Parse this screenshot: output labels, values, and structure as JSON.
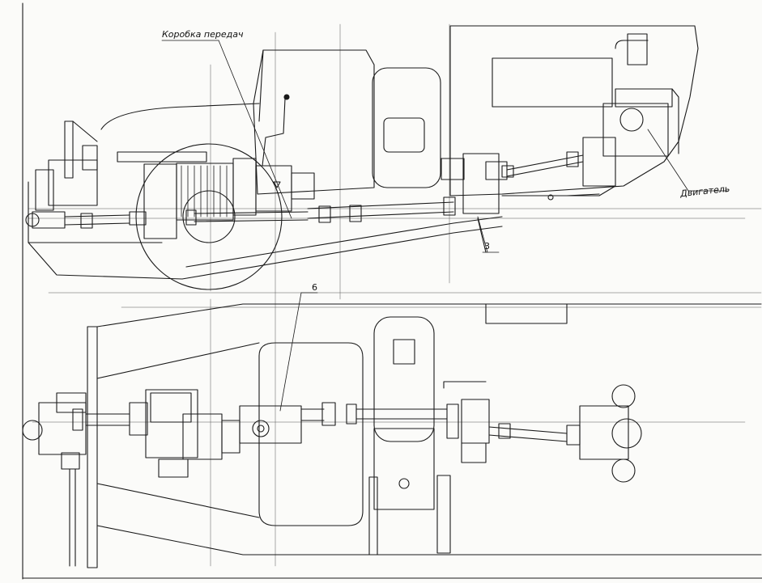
{
  "labels": {
    "gearbox": "Коробка передач",
    "engine": "Двигатель",
    "callout_3": "3",
    "callout_6": "6"
  }
}
